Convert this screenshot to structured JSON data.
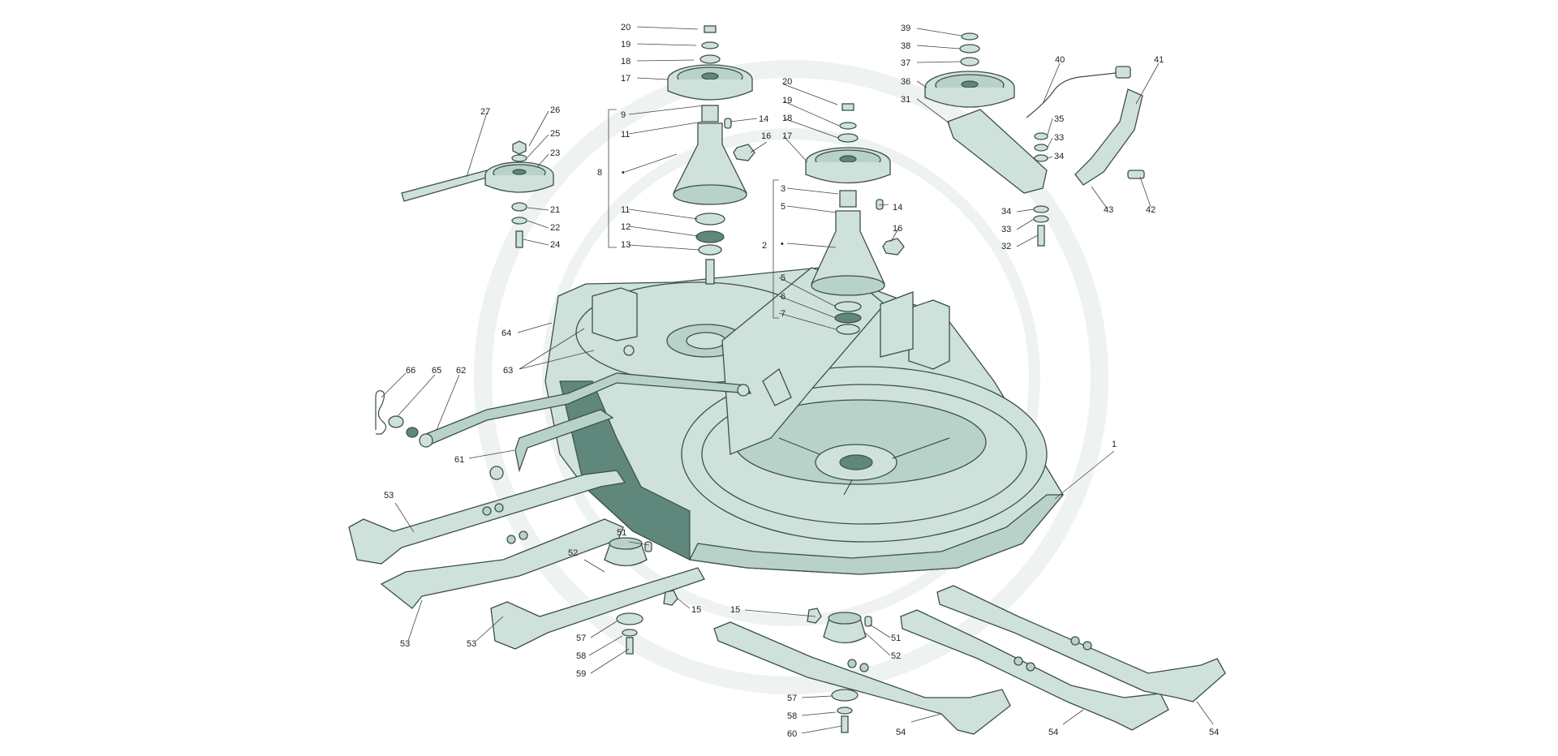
{
  "diagram": {
    "colors": {
      "part_fill": "#cfe1db",
      "part_shade": "#b8d2c9",
      "part_dark": "#5f877b",
      "outline": "#3d4f4a",
      "watermark": "#eef2f1",
      "label": "#222222"
    },
    "callouts": [
      {
        "id": "c20a",
        "text": "20"
      },
      {
        "id": "c19a",
        "text": "19"
      },
      {
        "id": "c18a",
        "text": "18"
      },
      {
        "id": "c17a",
        "text": "17"
      },
      {
        "id": "c9",
        "text": "9"
      },
      {
        "id": "c14a",
        "text": "14"
      },
      {
        "id": "c11a",
        "text": "11"
      },
      {
        "id": "c16a",
        "text": "16"
      },
      {
        "id": "c8",
        "text": "8"
      },
      {
        "id": "c8dot",
        "text": "•"
      },
      {
        "id": "c11b",
        "text": "11"
      },
      {
        "id": "c12",
        "text": "12"
      },
      {
        "id": "c13",
        "text": "13"
      },
      {
        "id": "c2",
        "text": "2"
      },
      {
        "id": "c20b",
        "text": "20"
      },
      {
        "id": "c19b",
        "text": "19"
      },
      {
        "id": "c18b",
        "text": "18"
      },
      {
        "id": "c17b",
        "text": "17"
      },
      {
        "id": "c3",
        "text": "3"
      },
      {
        "id": "c14b",
        "text": "14"
      },
      {
        "id": "c5a",
        "text": "5"
      },
      {
        "id": "c16b",
        "text": "16"
      },
      {
        "id": "c2dot",
        "text": "•"
      },
      {
        "id": "c5b",
        "text": "5"
      },
      {
        "id": "c6",
        "text": "6"
      },
      {
        "id": "c7",
        "text": "7"
      },
      {
        "id": "c39",
        "text": "39"
      },
      {
        "id": "c38",
        "text": "38"
      },
      {
        "id": "c37",
        "text": "37"
      },
      {
        "id": "c40",
        "text": "40"
      },
      {
        "id": "c41",
        "text": "41"
      },
      {
        "id": "c36",
        "text": "36"
      },
      {
        "id": "c31",
        "text": "31"
      },
      {
        "id": "c35",
        "text": "35"
      },
      {
        "id": "c33a",
        "text": "33"
      },
      {
        "id": "c34a",
        "text": "34"
      },
      {
        "id": "c43",
        "text": "43"
      },
      {
        "id": "c42",
        "text": "42"
      },
      {
        "id": "c34b",
        "text": "34"
      },
      {
        "id": "c33b",
        "text": "33"
      },
      {
        "id": "c32",
        "text": "32"
      },
      {
        "id": "c27",
        "text": "27"
      },
      {
        "id": "c26",
        "text": "26"
      },
      {
        "id": "c25",
        "text": "25"
      },
      {
        "id": "c23",
        "text": "23"
      },
      {
        "id": "c21",
        "text": "21"
      },
      {
        "id": "c22",
        "text": "22"
      },
      {
        "id": "c24",
        "text": "24"
      },
      {
        "id": "c64",
        "text": "64"
      },
      {
        "id": "c63",
        "text": "63"
      },
      {
        "id": "c66",
        "text": "66"
      },
      {
        "id": "c65",
        "text": "65"
      },
      {
        "id": "c62",
        "text": "62"
      },
      {
        "id": "c61",
        "text": "61"
      },
      {
        "id": "c1",
        "text": "1"
      },
      {
        "id": "c53a",
        "text": "53"
      },
      {
        "id": "c53b",
        "text": "53"
      },
      {
        "id": "c53c",
        "text": "53"
      },
      {
        "id": "c51a",
        "text": "51"
      },
      {
        "id": "c52a",
        "text": "52"
      },
      {
        "id": "c15a",
        "text": "15"
      },
      {
        "id": "c57a",
        "text": "57"
      },
      {
        "id": "c58a",
        "text": "58"
      },
      {
        "id": "c59",
        "text": "59"
      },
      {
        "id": "c15b",
        "text": "15"
      },
      {
        "id": "c51b",
        "text": "51"
      },
      {
        "id": "c52b",
        "text": "52"
      },
      {
        "id": "c57b",
        "text": "57"
      },
      {
        "id": "c58b",
        "text": "58"
      },
      {
        "id": "c60",
        "text": "60"
      },
      {
        "id": "c54a",
        "text": "54"
      },
      {
        "id": "c54b",
        "text": "54"
      },
      {
        "id": "c54c",
        "text": "54"
      }
    ]
  }
}
